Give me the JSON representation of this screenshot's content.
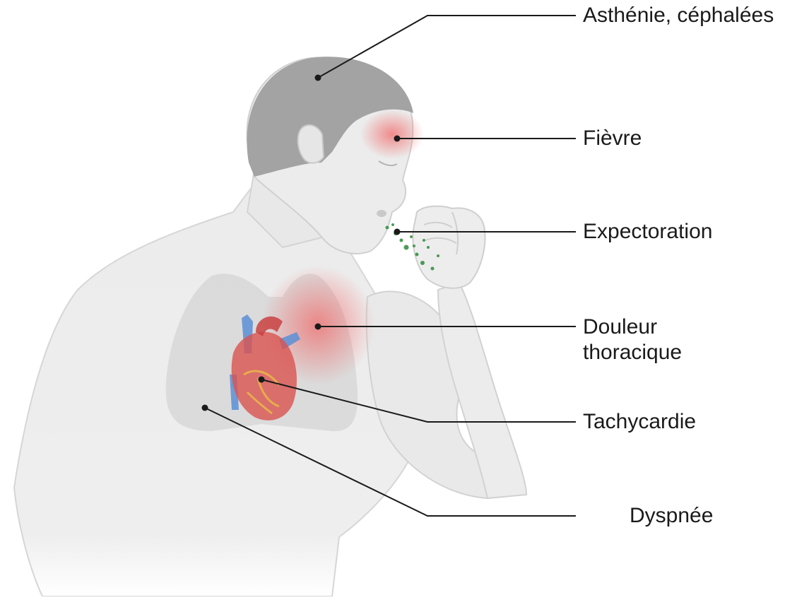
{
  "labels": {
    "asthenie": "Asthénie, céphalées",
    "fievre": "Fièvre",
    "expectoration": "Expectoration",
    "douleur_line1": "Douleur",
    "douleur_line2": "thoracique",
    "tachycardie": "Tachycardie",
    "dyspnee": "Dyspnée"
  },
  "colors": {
    "skin": "#ececec",
    "skin_outline": "#cfcfcf",
    "hair": "#a3a3a3",
    "lungs": "#d4d4d4",
    "inflammation": "#f06a6a",
    "heart_red": "#d9534f",
    "heart_blue": "#5b8fd6",
    "sputum": "#2e8b3a",
    "leader_line": "#1a1a1a"
  }
}
